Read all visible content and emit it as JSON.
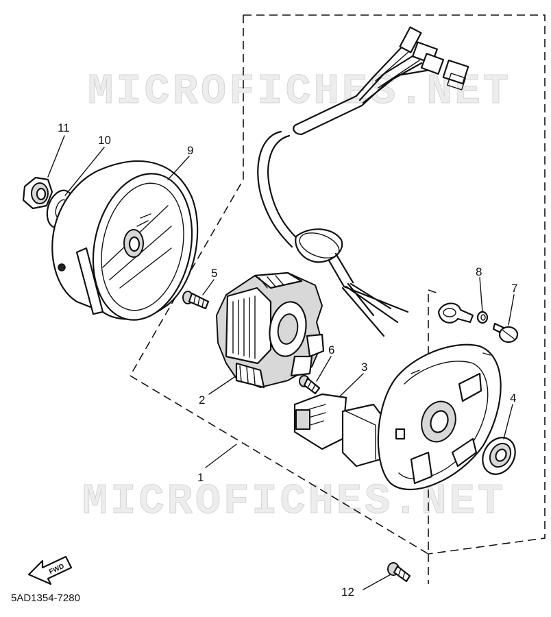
{
  "watermark": "MICROFICHES.NET",
  "diagram_code": "5AD1354-7280",
  "direction_label": "FWD",
  "callouts": [
    {
      "id": "1",
      "label": "1",
      "part": "generator-assembly"
    },
    {
      "id": "2",
      "label": "2",
      "part": "stator-coil"
    },
    {
      "id": "3",
      "label": "3",
      "part": "pickup-coil"
    },
    {
      "id": "4",
      "label": "4",
      "part": "oil-seal"
    },
    {
      "id": "5",
      "label": "5",
      "part": "stator-screw"
    },
    {
      "id": "6",
      "label": "6",
      "part": "pickup-screw"
    },
    {
      "id": "7",
      "label": "7",
      "part": "clamp-screw"
    },
    {
      "id": "8",
      "label": "8",
      "part": "washer"
    },
    {
      "id": "9",
      "label": "9",
      "part": "rotor-flywheel"
    },
    {
      "id": "10",
      "label": "10",
      "part": "rotor-washer"
    },
    {
      "id": "11",
      "label": "11",
      "part": "rotor-nut"
    },
    {
      "id": "12",
      "label": "12",
      "part": "cover-screw"
    }
  ]
}
